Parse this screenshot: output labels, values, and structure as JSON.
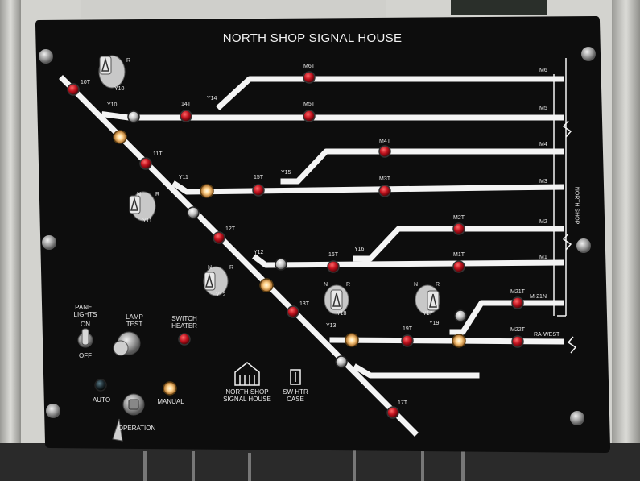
{
  "panel": {
    "title": "NORTH SHOP SIGNAL HOUSE",
    "side_label": "NORTH SHOP"
  },
  "track_labels": {
    "m6": "M6",
    "m5": "M5",
    "m4": "M4",
    "m3": "M3",
    "m2": "M2",
    "m1": "M1",
    "m21n": "M-21N",
    "ra_west": "RA-WEST"
  },
  "circuit_labels": {
    "m6t": "M6T",
    "m5t": "M5T",
    "m4t": "M4T",
    "m3t": "M3T",
    "m2t": "M2T",
    "m1t": "M1T",
    "m21t": "M21T",
    "m22t": "M22T",
    "t14": "14T",
    "t15": "15T",
    "t16": "16T",
    "t19": "19T",
    "t10": "10T",
    "t11": "11T",
    "t12": "12T",
    "t13": "13T",
    "t17": "17T"
  },
  "switch_labels": {
    "y10": "Y10",
    "y11": "Y11",
    "y12": "Y12",
    "y13": "Y13",
    "y14": "Y14",
    "y15": "Y15",
    "y16": "Y16",
    "y17": "Y17",
    "y18": "Y18",
    "y19": "Y19"
  },
  "lever_positions": {
    "normal": "N",
    "reverse": "R"
  },
  "controls": {
    "panel_lights_line1": "PANEL",
    "panel_lights_line2": "LIGHTS",
    "panel_lights_on": "ON",
    "panel_lights_off": "OFF",
    "lamp_test_line1": "LAMP",
    "lamp_test_line2": "TEST",
    "switch_heater_line1": "SWITCH",
    "switch_heater_line2": "HEATER",
    "auto": "AUTO",
    "manual": "MANUAL",
    "operation": "OPERATION"
  },
  "legend": {
    "signal_house_line1": "NORTH SHOP",
    "signal_house_line2": "SIGNAL HOUSE",
    "case_line1": "SW HTR",
    "case_line2": "CASE"
  },
  "colors": {
    "panel": "#0d0d0d",
    "track": "#f4f4f4",
    "lamp_red": "#b3121e",
    "lamp_lit": "#ffd28a",
    "lamp_white": "#dcdcdc"
  }
}
